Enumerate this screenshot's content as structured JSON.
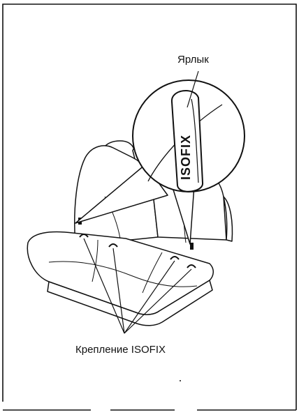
{
  "labels": {
    "tag_callout": "Ярлык",
    "anchor_callout": "Крепление ISOFIX"
  },
  "tag": {
    "text": "ISOFIX"
  },
  "colors": {
    "ink": "#111111",
    "paper": "#ffffff",
    "fill_light": "#f4f4f4"
  }
}
